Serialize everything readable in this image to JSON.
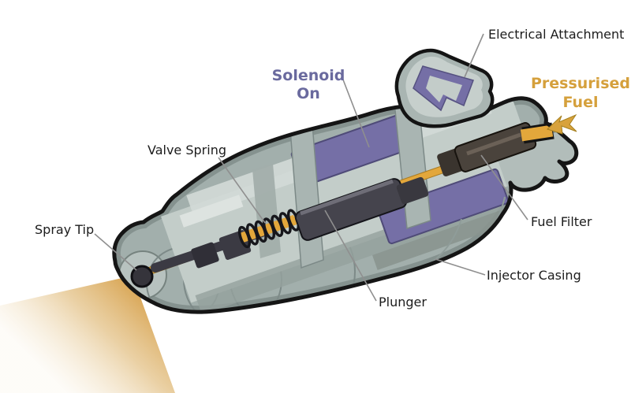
{
  "diagram": {
    "background_color": "#ffffff",
    "labels": {
      "electrical_attachment": {
        "text": "Electrical Attachment",
        "color": "#1c1c1c"
      },
      "solenoid": {
        "text": "Solenoid\nOn",
        "color": "#6a6a9e"
      },
      "pressurised_fuel": {
        "text": "Pressurised\nFuel",
        "color": "#d5a03c"
      },
      "valve_spring": {
        "text": "Valve Spring",
        "color": "#1c1c1c"
      },
      "spray_tip": {
        "text": "Spray Tip",
        "color": "#1c1c1c"
      },
      "fuel_filter": {
        "text": "Fuel Filter",
        "color": "#1c1c1c"
      },
      "injector_casing": {
        "text": "Injector Casing",
        "color": "#1c1c1c"
      },
      "plunger": {
        "text": "Plunger",
        "color": "#1c1c1c"
      }
    },
    "colors": {
      "casing_grey": "#a2afac",
      "casing_light": "#c3cdc9",
      "casing_rim": "#85928f",
      "outline_black": "#151515",
      "solenoid_purple": "#756fa6",
      "fuel_orange": "#e3a73b",
      "metal_dark": "#45444d",
      "filter_brown": "#4a433c",
      "leader_grey": "#8f8f8f",
      "spray_gold": "#d49a3f"
    }
  }
}
